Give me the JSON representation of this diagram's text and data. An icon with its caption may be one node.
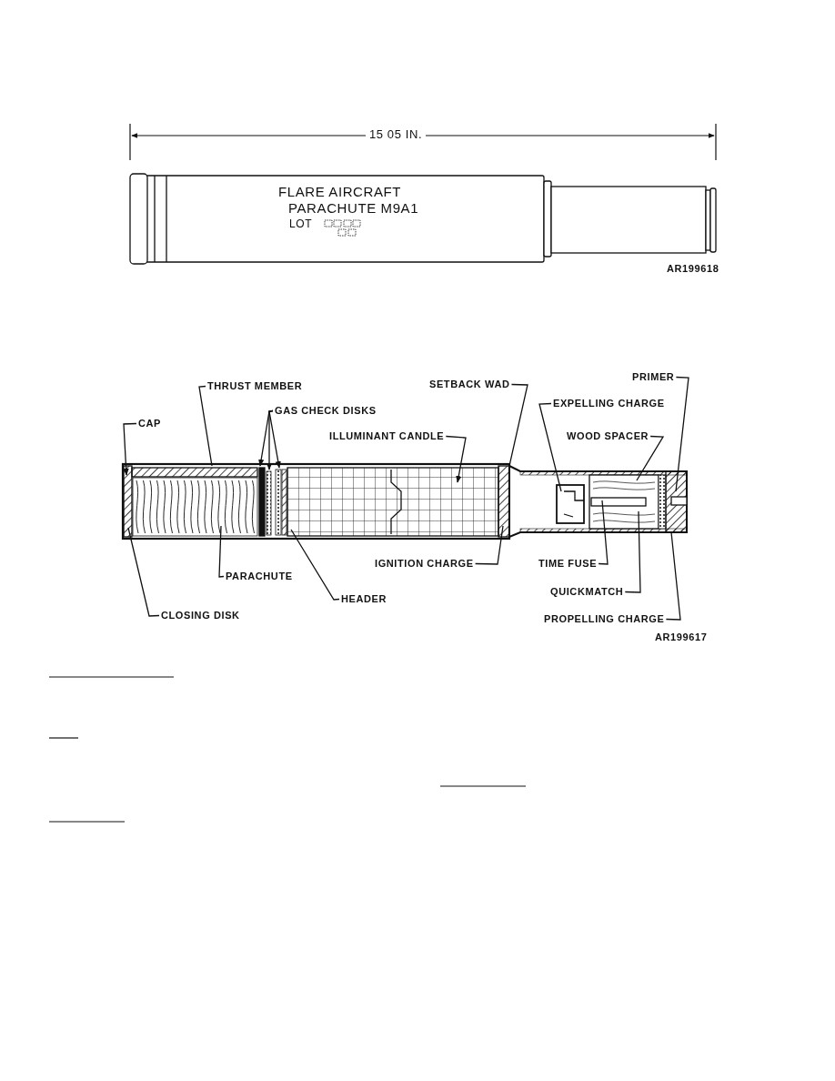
{
  "diagram": {
    "nodes": [
      {
        "text": [
          "PRIMER"
        ]
      },
      {
        "text": [
          "THRUST MEMBER"
        ]
      },
      {
        "text": [
          "SETBACK WAD"
        ]
      },
      {
        "text": [
          "GAS CHECK DISKS"
        ]
      },
      {
        "text": [
          "EXPELLING CHARGE"
        ]
      },
      {
        "text": [
          "CAP"
        ]
      },
      {
        "text": [
          "ILLUMINANT CANDLE"
        ]
      },
      {
        "text": [
          "WOOD SPACER"
        ]
      },
      {
        "text": [
          "IGNITION CHARGE"
        ]
      },
      {
        "text": [
          "TIME FUSE"
        ]
      },
      {
        "text": [
          "PARACHUTE"
        ]
      },
      {
        "text": [
          "QUICKMATCH"
        ]
      },
      {
        "text": [
          "HEADER"
        ]
      },
      {
        "text": [
          "CLOSING DISK"
        ]
      },
      {
        "text": [
          "PROPELLING CHARGE"
        ]
      }
    ],
    "edges": [
      {
        "from": 0,
        "to": null,
        "arrow": "none"
      },
      {
        "from": 1,
        "to": null,
        "arrow": "none"
      },
      {
        "from": 2,
        "to": null,
        "arrow": "none"
      },
      {
        "from": 3,
        "to": null,
        "arrow": "to"
      },
      {
        "from": 3,
        "to": null,
        "arrow": "to"
      },
      {
        "from": 3,
        "to": null,
        "arrow": "to"
      },
      {
        "from": 4,
        "to": null,
        "arrow": "none"
      },
      {
        "from": 5,
        "to": null,
        "arrow": "to"
      },
      {
        "from": 6,
        "to": null,
        "arrow": "to"
      },
      {
        "from": 7,
        "to": null,
        "arrow": "none"
      },
      {
        "from": 8,
        "to": null,
        "arrow": "none"
      },
      {
        "from": 9,
        "to": null,
        "arrow": "none"
      },
      {
        "from": 10,
        "to": null,
        "arrow": "none"
      },
      {
        "from": 11,
        "to": null,
        "arrow": "none"
      },
      {
        "from": 12,
        "to": null,
        "arrow": "none"
      },
      {
        "from": 13,
        "to": null,
        "arrow": "none"
      },
      {
        "from": 14,
        "to": null,
        "arrow": "none"
      }
    ],
    "labels": [
      "15 05 IN.",
      "FLARE AIRCRAFT",
      "PARACHUTE M9A1",
      "LOT",
      "AR199618",
      "AR199617"
    ]
  }
}
